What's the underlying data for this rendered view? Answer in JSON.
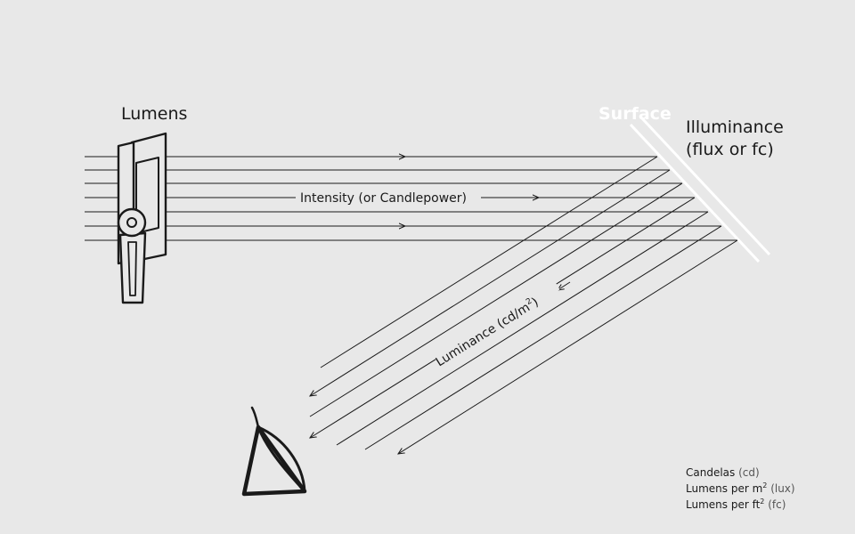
{
  "labels": {
    "lumens": "Lumens",
    "surface": "Surface",
    "illuminance_line1": "Illuminance",
    "illuminance_line2": "(flux or fc)",
    "intensity": "Intensity (or Candlepower)",
    "luminance_main": "Luminance (cd/m",
    "luminance_sup": "2",
    "luminance_close": ")"
  },
  "units": [
    {
      "name": "Candelas",
      "sup": "",
      "abbr": "(cd)"
    },
    {
      "name": "Lumens per m",
      "sup": "2",
      "abbr": "(lux)"
    },
    {
      "name": "Lumens per ft",
      "sup": "2",
      "abbr": "(fc)"
    }
  ],
  "colors": {
    "background": "#e8e8e8",
    "stroke": "#1a1a1a",
    "surface": "#ffffff"
  },
  "icons": {
    "light_source": "floodlight-icon",
    "observer": "eye-icon"
  }
}
